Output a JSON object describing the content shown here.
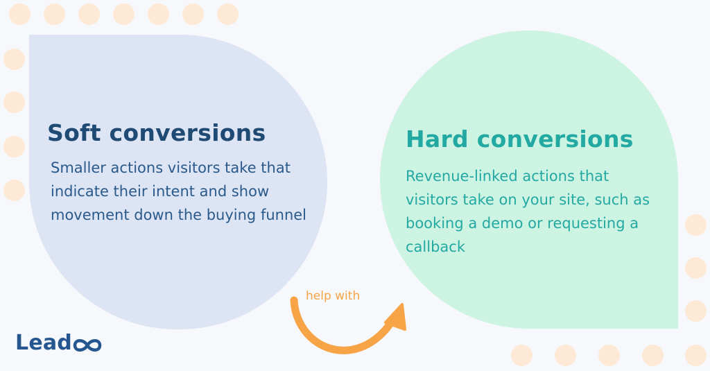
{
  "soft": {
    "title": "Soft conversions",
    "description": "Smaller actions visitors take that indicate their intent and show movement down the buying funnel"
  },
  "hard": {
    "title": "Hard conversions",
    "description": "Revenue-linked actions that visitors take on your site, such as booking a demo or requesting a callback"
  },
  "connector": {
    "label": "help with"
  },
  "brand": {
    "text": "Lead"
  },
  "colors": {
    "background": "#f6f8fc",
    "soft_blob": "#dde4f3",
    "hard_blob": "#cdf3e3",
    "soft_title": "#1f4a74",
    "soft_text": "#2a5a8c",
    "hard_text": "#22a9a2",
    "arrow": "#f6a446",
    "dots": "#fde9d6",
    "logo": "#25568f"
  }
}
